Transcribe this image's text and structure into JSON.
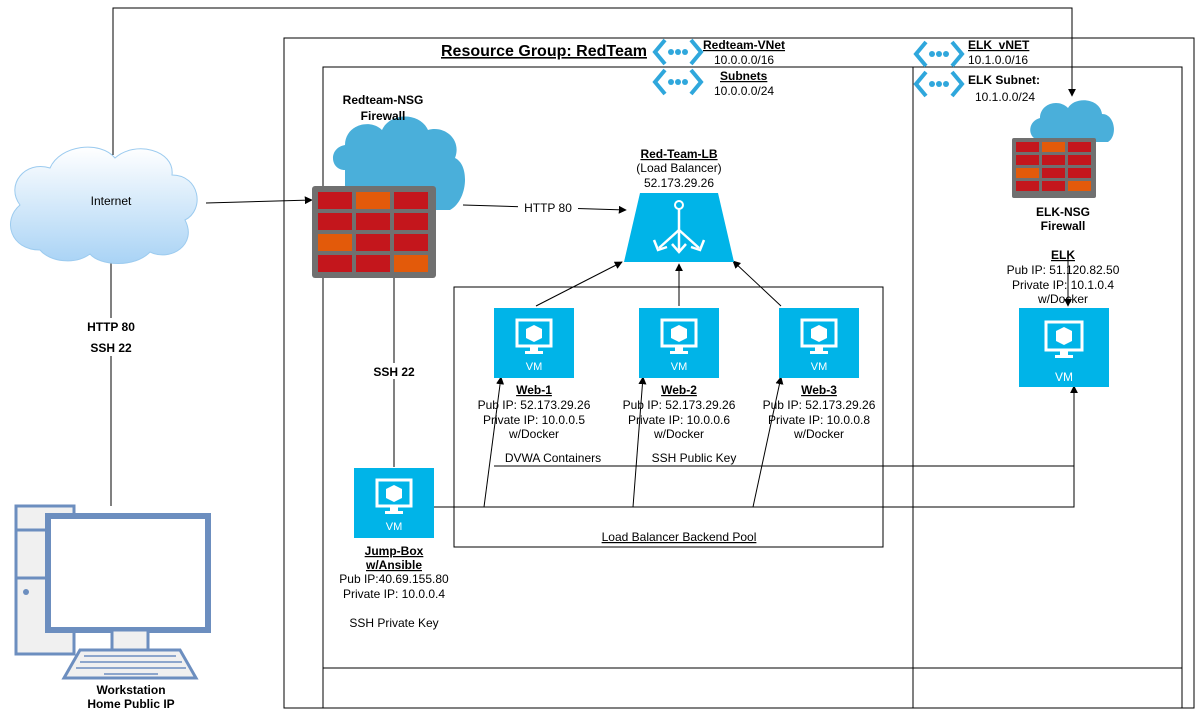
{
  "resource_group": {
    "title": "Resource Group: RedTeam"
  },
  "redteam_vnet": {
    "name": "Redteam-VNet",
    "cidr": "10.0.0.0/16"
  },
  "subnets": {
    "name": "Subnets",
    "cidr": "10.0.0.0/24"
  },
  "elk_vnet": {
    "name": "ELK_vNET",
    "cidr": "10.1.0.0/16"
  },
  "elk_subnet": {
    "name": "ELK Subnet:",
    "cidr": "10.1.0.0/24"
  },
  "internet": {
    "label": "Internet"
  },
  "redteam_nsg": {
    "line1": "Redteam-NSG",
    "line2": "Firewall"
  },
  "elk_nsg": {
    "line1": "ELK-NSG",
    "line2": "Firewall"
  },
  "load_balancer": {
    "name": "Red-Team-LB",
    "type": "(Load Balancer)",
    "ip": "52.173.29.26"
  },
  "connections": {
    "http80": "HTTP 80",
    "ssh22": "SSH 22",
    "left_http": "HTTP 80",
    "left_ssh": "SSH 22"
  },
  "vm_label": "VM",
  "web_vms": [
    {
      "name": "Web-1",
      "pub": "Pub IP: 52.173.29.26",
      "priv": "Private IP: 10.0.0.5",
      "docker": "w/Docker"
    },
    {
      "name": "Web-2",
      "pub": "Pub IP: 52.173.29.26",
      "priv": "Private IP: 10.0.0.6",
      "docker": "w/Docker"
    },
    {
      "name": "Web-3",
      "pub": "Pub IP: 52.173.29.26",
      "priv": "Private IP: 10.0.0.8",
      "docker": "w/Docker"
    }
  ],
  "dvwa": "DVWA Containers",
  "ssh_public_key": "SSH Public Key",
  "backend_pool": "Load Balancer Backend Pool",
  "jumpbox": {
    "line1": "Jump-Box",
    "line2": "w/Ansible",
    "pub": "Pub IP:40.69.155.80",
    "priv": "Private IP: 10.0.0.4",
    "key": "SSH Private Key"
  },
  "elk": {
    "name": "ELK",
    "pub": "Pub IP: 51.120.82.50",
    "priv": "Private IP: 10.1.0.4",
    "docker": "w/Docker"
  },
  "workstation": {
    "line1": "Workstation",
    "line2": "Home Public IP"
  },
  "colors": {
    "cloud_blue": "#4aafda",
    "vm_blue": "#00b4e8",
    "brick_red": "#c4161c",
    "brick_orange": "#e35a0a",
    "frame_gray": "#707070",
    "internet_cloud": "#cfe8fb",
    "monitor_blue": "#6c8ebf"
  }
}
